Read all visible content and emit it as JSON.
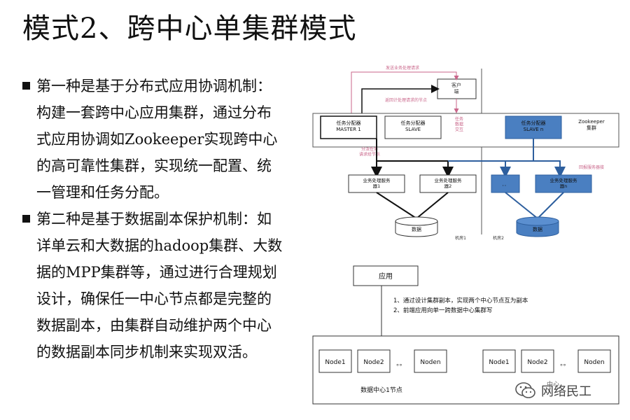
{
  "title": "模式2、跨中心单集群模式",
  "bullets": [
    "第一种是基于分布式应用协调机制：构建一套跨中心应用集群，通过分布式应用协调如Zookeeper实现跨中心的高可靠性集群，实现统一配置、统一管理和任务分配。",
    "第二种是基于数据副本保护机制：如详单云和大数据的hadoop集群、大数据的MPP集群等，通过进行合理规划设计，确保任一中心节点都是完整的数据副本，由集群自动维护两个中心的数据副本同步机制来实现双活。"
  ],
  "diagram_top": {
    "client": "客户\n端",
    "arrow_send": "发送业务处理请求",
    "arrow_return": "返回计处理请求的节点",
    "master": "任务分配器\nMASTER 1",
    "slave": "任务分配器\nSLAVE",
    "sync": "任务\n数据\n交互",
    "slave_n": "任务分配器\nSLAVE n",
    "zookeeper": "Zookeeper\n集群",
    "dispatch": "分派任务\n请求给节点",
    "reply": "回报服务器接",
    "proc1": "业务处理服务\n器1",
    "proc2": "业务处理服务\n器2",
    "proc3": "．．",
    "proc4": "业务处理服务\n器n",
    "db1": "数据",
    "db2": "数据",
    "room1": "机房1",
    "room2": "机房2"
  },
  "diagram_bottom": {
    "app": "应用",
    "note1": "1、通过设计集群副本，实现两个中心节点互为副本",
    "note2": "2、前端应用向单一跨数据中心集群写",
    "nodes_left": [
      "Node1",
      "Node2",
      "。。",
      "Noden"
    ],
    "nodes_right": [
      "Node1",
      "Node2",
      "。。",
      "Noden"
    ],
    "dc_label": "数据中心1节点",
    "dc_label_right": "中心"
  },
  "logo_text": "网络民工",
  "colors": {
    "blue_fill": "#4a7fc1",
    "blue_dark": "#2e5f9e",
    "pink": "#c9668a"
  }
}
